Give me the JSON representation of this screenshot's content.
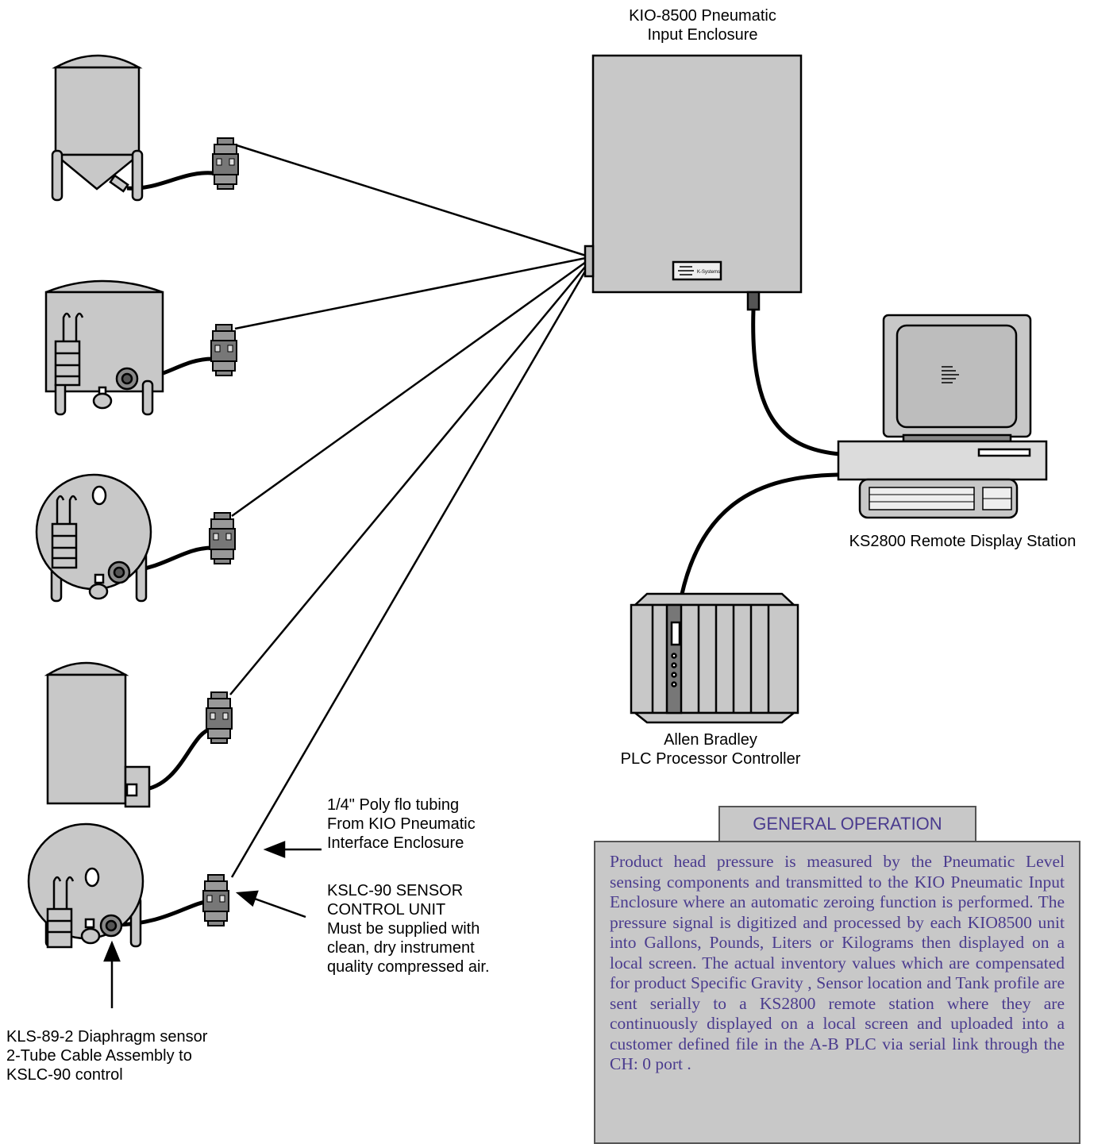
{
  "labels": {
    "enclosure": "KIO-8500 Pneumatic\nInput Enclosure",
    "display_station": "KS2800 Remote Display Station",
    "plc": "Allen Bradley\nPLC Processor Controller",
    "tubing_note": "1/4\" Poly flo tubing\nFrom KIO Pneumatic\nInterface Enclosure",
    "kslc_note": "KSLC-90 SENSOR\nCONTROL UNIT\nMust be supplied with\nclean, dry instrument\nquality compressed air.",
    "kls_note": "KLS-89-2 Diaphragm sensor\n2-Tube Cable Assembly to\nKSLC-90 control",
    "enclosure_badge": "K-Systems"
  },
  "general_operation": {
    "title": "GENERAL OPERATION",
    "body": "Product  head pressure is measured by the Pneumatic Level sensing components and transmitted to the KIO Pneumatic  Input  Enclosure  where  an  automatic zeroing function is performed. The pressure signal is digitized and processed by each KIO8500 unit into Gallons, Pounds, Liters or Kilograms  then  displayed on a local screen.   The actual inventory values which are compensated for product Specific Gravity , Sensor location and Tank profile are sent serially to a KS2800 remote station where they are  continuously displayed on  a  local  screen  and  uploaded   into  a  customer defined file in the A-B PLC  via serial link  through the CH: 0  port ."
  },
  "colors": {
    "equipment_fill": "#c8c8c8",
    "outline": "#000000",
    "panel_text": "#4a3b8e"
  }
}
